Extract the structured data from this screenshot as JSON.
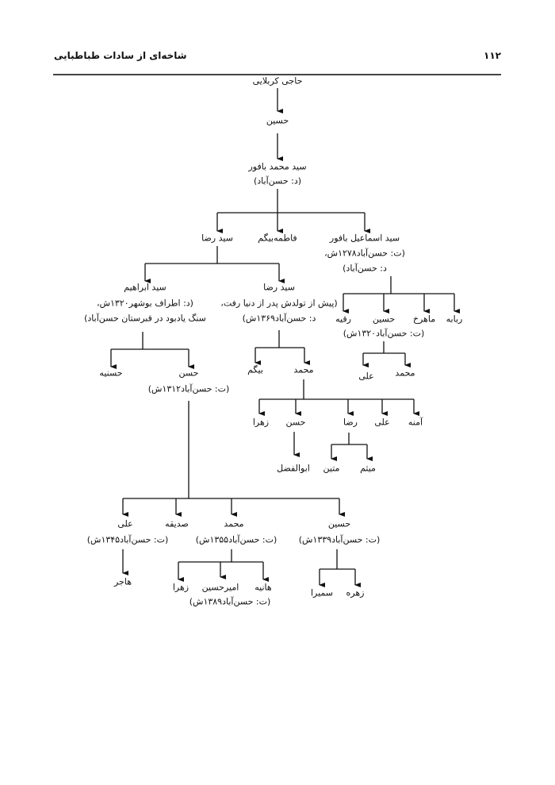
{
  "header": {
    "page_number": "۱۱۲",
    "running_title": "شاخه‌ای از سادات طباطبایی"
  },
  "tree": {
    "haji": "حاجی کربلایی",
    "hosein": "حسین",
    "mohammad_bafur": "سید محمد بافور",
    "mohammad_bafur_note": "(د: حسن‌آباد)",
    "reza_a": "سید رضا",
    "fatemeh": "فاطمه‌بیگم",
    "esmail": "سید اسماعیل بافور",
    "esmail_note1": "(ت: حسن‌آباد۱۲۷۸ش،",
    "esmail_note2": "د: حسن‌آباد)",
    "ebrahim": "سید ابراهیم",
    "ebrahim_note1": "(د: اطراف بوشهر۱۳۲۰ش،",
    "ebrahim_note2": "سنگ یادبود در قبرستان حسن‌آباد)",
    "reza_b": "سید رضا",
    "reza_b_note1": "(پیش از تولدش پدر از دنیا رفت،",
    "reza_b_note2": "د: حسن‌آباد۱۳۶۹ش)",
    "roghayeh": "رقیه",
    "hosein_e": "حسین",
    "hosein_e_note": "(ت: حسن‌آباد۱۳۲۰ش)",
    "mahrokh": "ماهرخ",
    "robabeh": "ربابه",
    "mohammad_he": "محمد",
    "ali_he": "علی",
    "hasaniyeh": "حسنیه",
    "hasan_i": "حسن",
    "hasan_i_note": "(ت: حسن‌آباد۱۳۱۲ش)",
    "beygom": "بیگم",
    "mohammad_r": "محمد",
    "zahra_m": "زهرا",
    "hasan_m": "حسن",
    "reza_m": "رضا",
    "ali_m": "علی",
    "ameneh": "آمنه",
    "abolfazl": "ابوالفضل",
    "matin": "متین",
    "meysam": "میثم",
    "ali_h": "علی",
    "ali_h_note": "(ت: حسن‌آباد۱۳۴۵ش)",
    "sedigheh": "صدیقه",
    "mohammad_h": "محمد",
    "mohammad_h_note": "(ت: حسن‌آباد۱۳۵۵ش)",
    "hosein_h": "حسین",
    "hosein_h_note": "(ت: حسن‌آباد۱۳۳۹ش)",
    "hajar": "هاجر",
    "zahra_mh": "زهرا",
    "amirhosein": "امیرحسین",
    "amirhosein_note": "(ت: حسن‌آباد۱۳۸۹ش)",
    "haniyeh": "هانیه",
    "samira": "سمیرا",
    "zohreh": "زهره"
  }
}
